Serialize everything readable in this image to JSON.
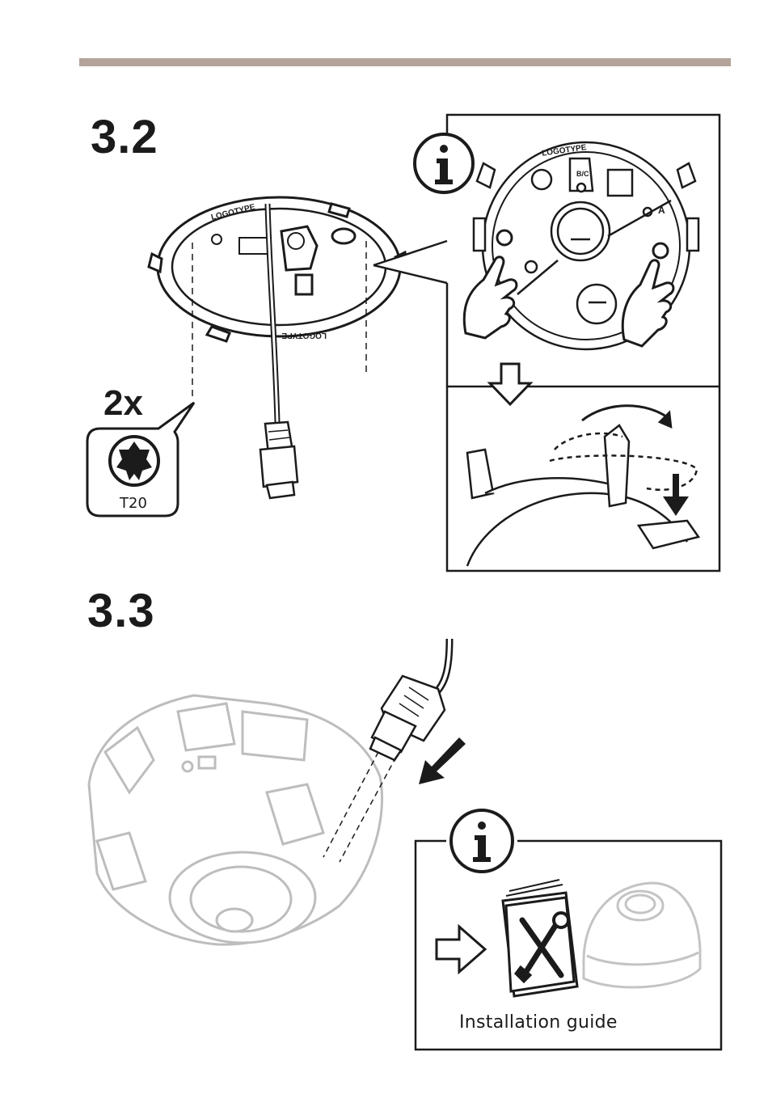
{
  "page": {
    "rule_color": "#b3a399"
  },
  "steps": [
    {
      "number": "3.2"
    },
    {
      "number": "3.3"
    }
  ],
  "step_3_2": {
    "screw_quantity": "2x",
    "tool_label": "T20",
    "info_icon": "info-icon",
    "ring_text": "LOGOTYPE",
    "jumper_label": "B/C",
    "marker_label": "A"
  },
  "step_3_3": {
    "info_icon": "info-icon",
    "guide_label": "Installation guide"
  }
}
